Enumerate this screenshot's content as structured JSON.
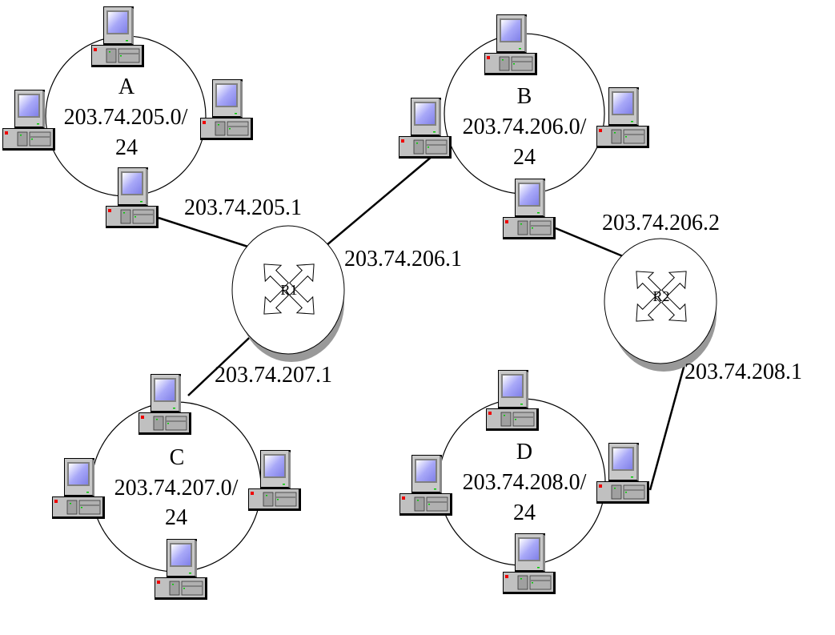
{
  "networks": [
    {
      "name": "A",
      "address": "203.74.205.0/",
      "prefix": "24"
    },
    {
      "name": "B",
      "address": "203.74.206.0/",
      "prefix": "24"
    },
    {
      "name": "C",
      "address": "203.74.207.0/",
      "prefix": "24"
    },
    {
      "name": "D",
      "address": "203.74.208.0/",
      "prefix": "24"
    }
  ],
  "routers": [
    {
      "name": "R1",
      "interfaces": [
        "203.74.205.1",
        "203.74.206.1",
        "203.74.207.1"
      ]
    },
    {
      "name": "R2",
      "interfaces": [
        "203.74.206.2",
        "203.74.208.1"
      ]
    }
  ],
  "colors": {
    "screen": "#a8a8f8",
    "case": "#c0c0c0",
    "shadow": "#999999",
    "line": "#000000"
  }
}
